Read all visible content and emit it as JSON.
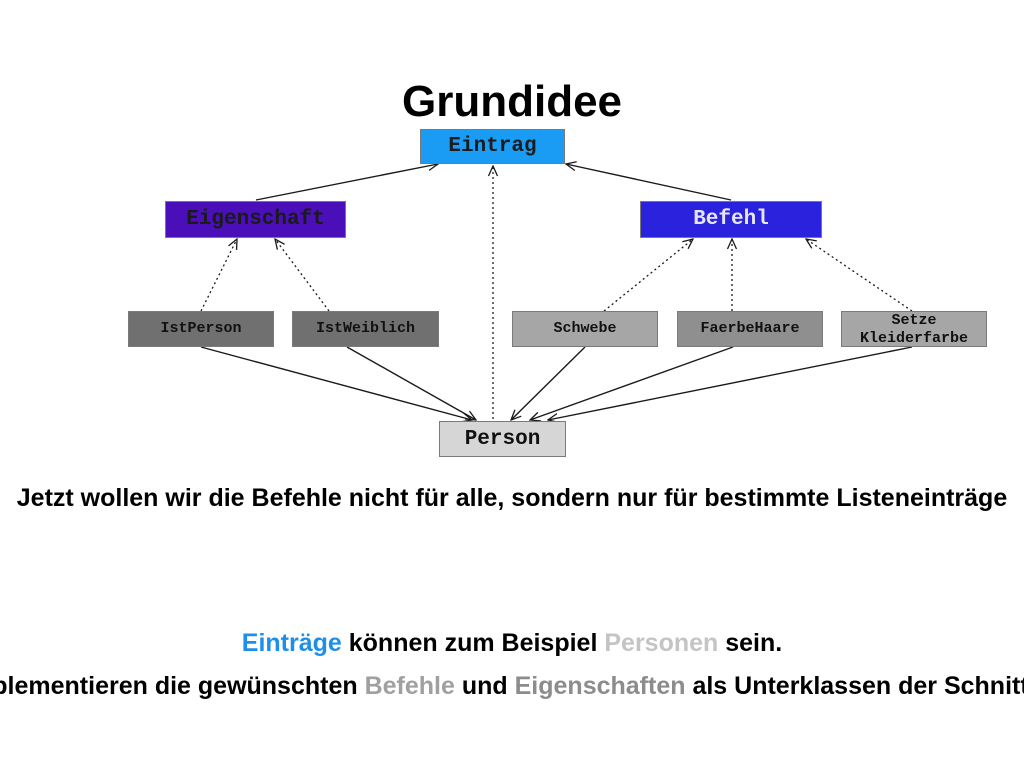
{
  "slide": {
    "title": "Grundidee"
  },
  "nodes": {
    "eintrag": {
      "label": "Eintrag",
      "fill": "#1a9cf4",
      "text_color": "#1c1c1c"
    },
    "eigenschaft": {
      "label": "Eigenschaft",
      "fill": "#4a0fb8",
      "text_color": "#1a1a1a"
    },
    "befehl": {
      "label": "Befehl",
      "fill": "#2a22dd",
      "text_color": "#e6e6f5"
    },
    "istperson": {
      "label": "IstPerson",
      "fill": "#707070",
      "text_color": "#111111"
    },
    "istweiblich": {
      "label": "IstWeiblich",
      "fill": "#707070",
      "text_color": "#111111"
    },
    "schwebe": {
      "label": "Schwebe",
      "fill": "#a6a6a6",
      "text_color": "#111111"
    },
    "faerbehaare": {
      "label": "FaerbeHaare",
      "fill": "#8f8f8f",
      "text_color": "#111111"
    },
    "setze": {
      "label": "Setze\nKleiderfarbe",
      "fill": "#a6a6a6",
      "text_color": "#111111"
    },
    "person": {
      "label": "Person",
      "fill": "#d6d6d6",
      "text_color": "#111111"
    }
  },
  "text": {
    "line1": "Jetzt wollen wir die Befehle nicht für alle, sondern nur für bestimmte Listeneinträge",
    "line2": {
      "p1": "Einträge",
      "p2": " können zum Beispiel ",
      "p3": "Personen",
      "p4": " sein."
    },
    "line3": {
      "p1": "Wir implementieren die gewünschten ",
      "p2": "Befehle",
      "p3": " und ",
      "p4": "Eigenschaften",
      "p5": " als Unterklassen der Schnittstellen"
    }
  },
  "colors": {
    "highlight_blue": "#1e8fe8",
    "highlight_light_gray": "#c4c4c4",
    "highlight_dark_gray": "#8c8c8c",
    "highlight_mid_gray": "#a0a0a0",
    "edge": "#1a1a1a"
  }
}
